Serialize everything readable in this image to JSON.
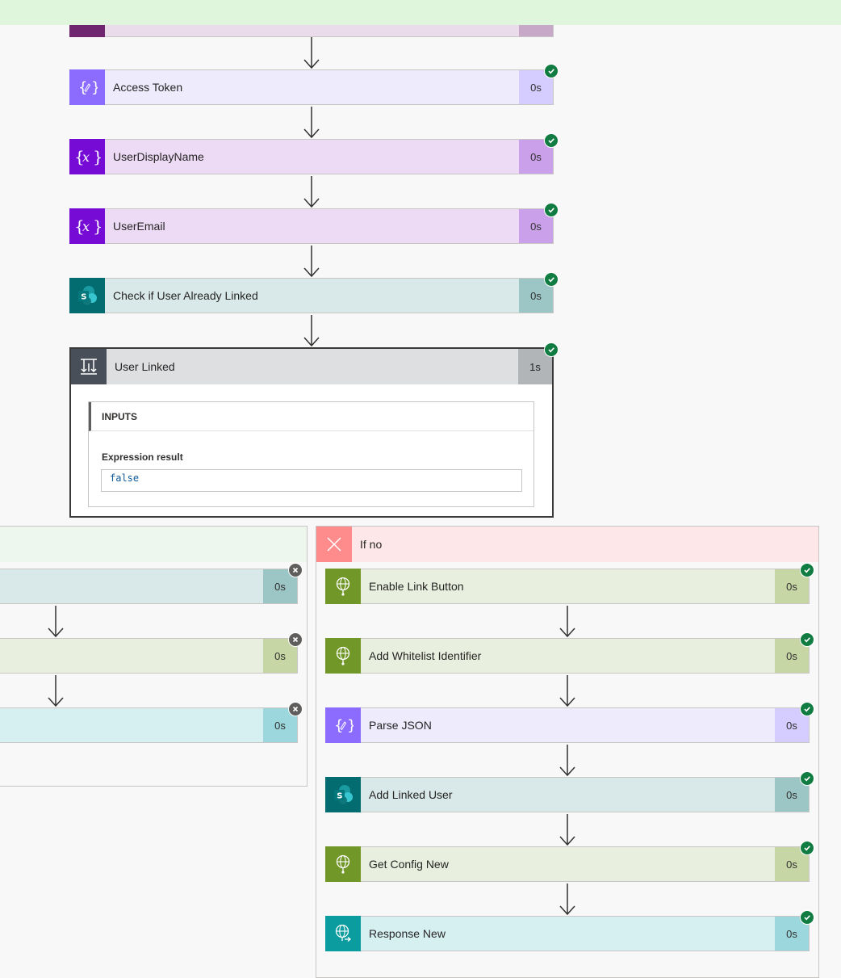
{
  "steps": {
    "access_token": {
      "title": "Access Token",
      "duration": "0s"
    },
    "user_display_name": {
      "title": "UserDisplayName",
      "duration": "0s"
    },
    "user_email": {
      "title": "UserEmail",
      "duration": "0s"
    },
    "check_user": {
      "title": "Check if User Already Linked",
      "duration": "0s"
    }
  },
  "condition": {
    "title": "User Linked",
    "duration": "1s",
    "inputs_label": "INPUTS",
    "expression_label": "Expression result",
    "expression_value": "false"
  },
  "branch_yes": {
    "steps": [
      {
        "duration": "0s"
      },
      {
        "duration": "0s"
      },
      {
        "duration": "0s"
      }
    ]
  },
  "branch_no": {
    "title": "If no",
    "steps": [
      {
        "title": "Enable Link Button",
        "duration": "0s"
      },
      {
        "title": "Add Whitelist Identifier",
        "duration": "0s"
      },
      {
        "title": "Parse JSON",
        "duration": "0s"
      },
      {
        "title": "Add Linked User",
        "duration": "0s"
      },
      {
        "title": "Get Config New",
        "duration": "0s"
      },
      {
        "title": "Response New",
        "duration": "0s"
      }
    ]
  },
  "colors": {
    "success": "#107c41",
    "skipped": "#605e5c",
    "parse_json": "#8c6cff",
    "variable": "#770bd6",
    "sharepoint": "#036c70",
    "http": "#709727",
    "response": "#0a9c9f",
    "condition": "#484f58",
    "if_no": "#ff8c8c"
  }
}
